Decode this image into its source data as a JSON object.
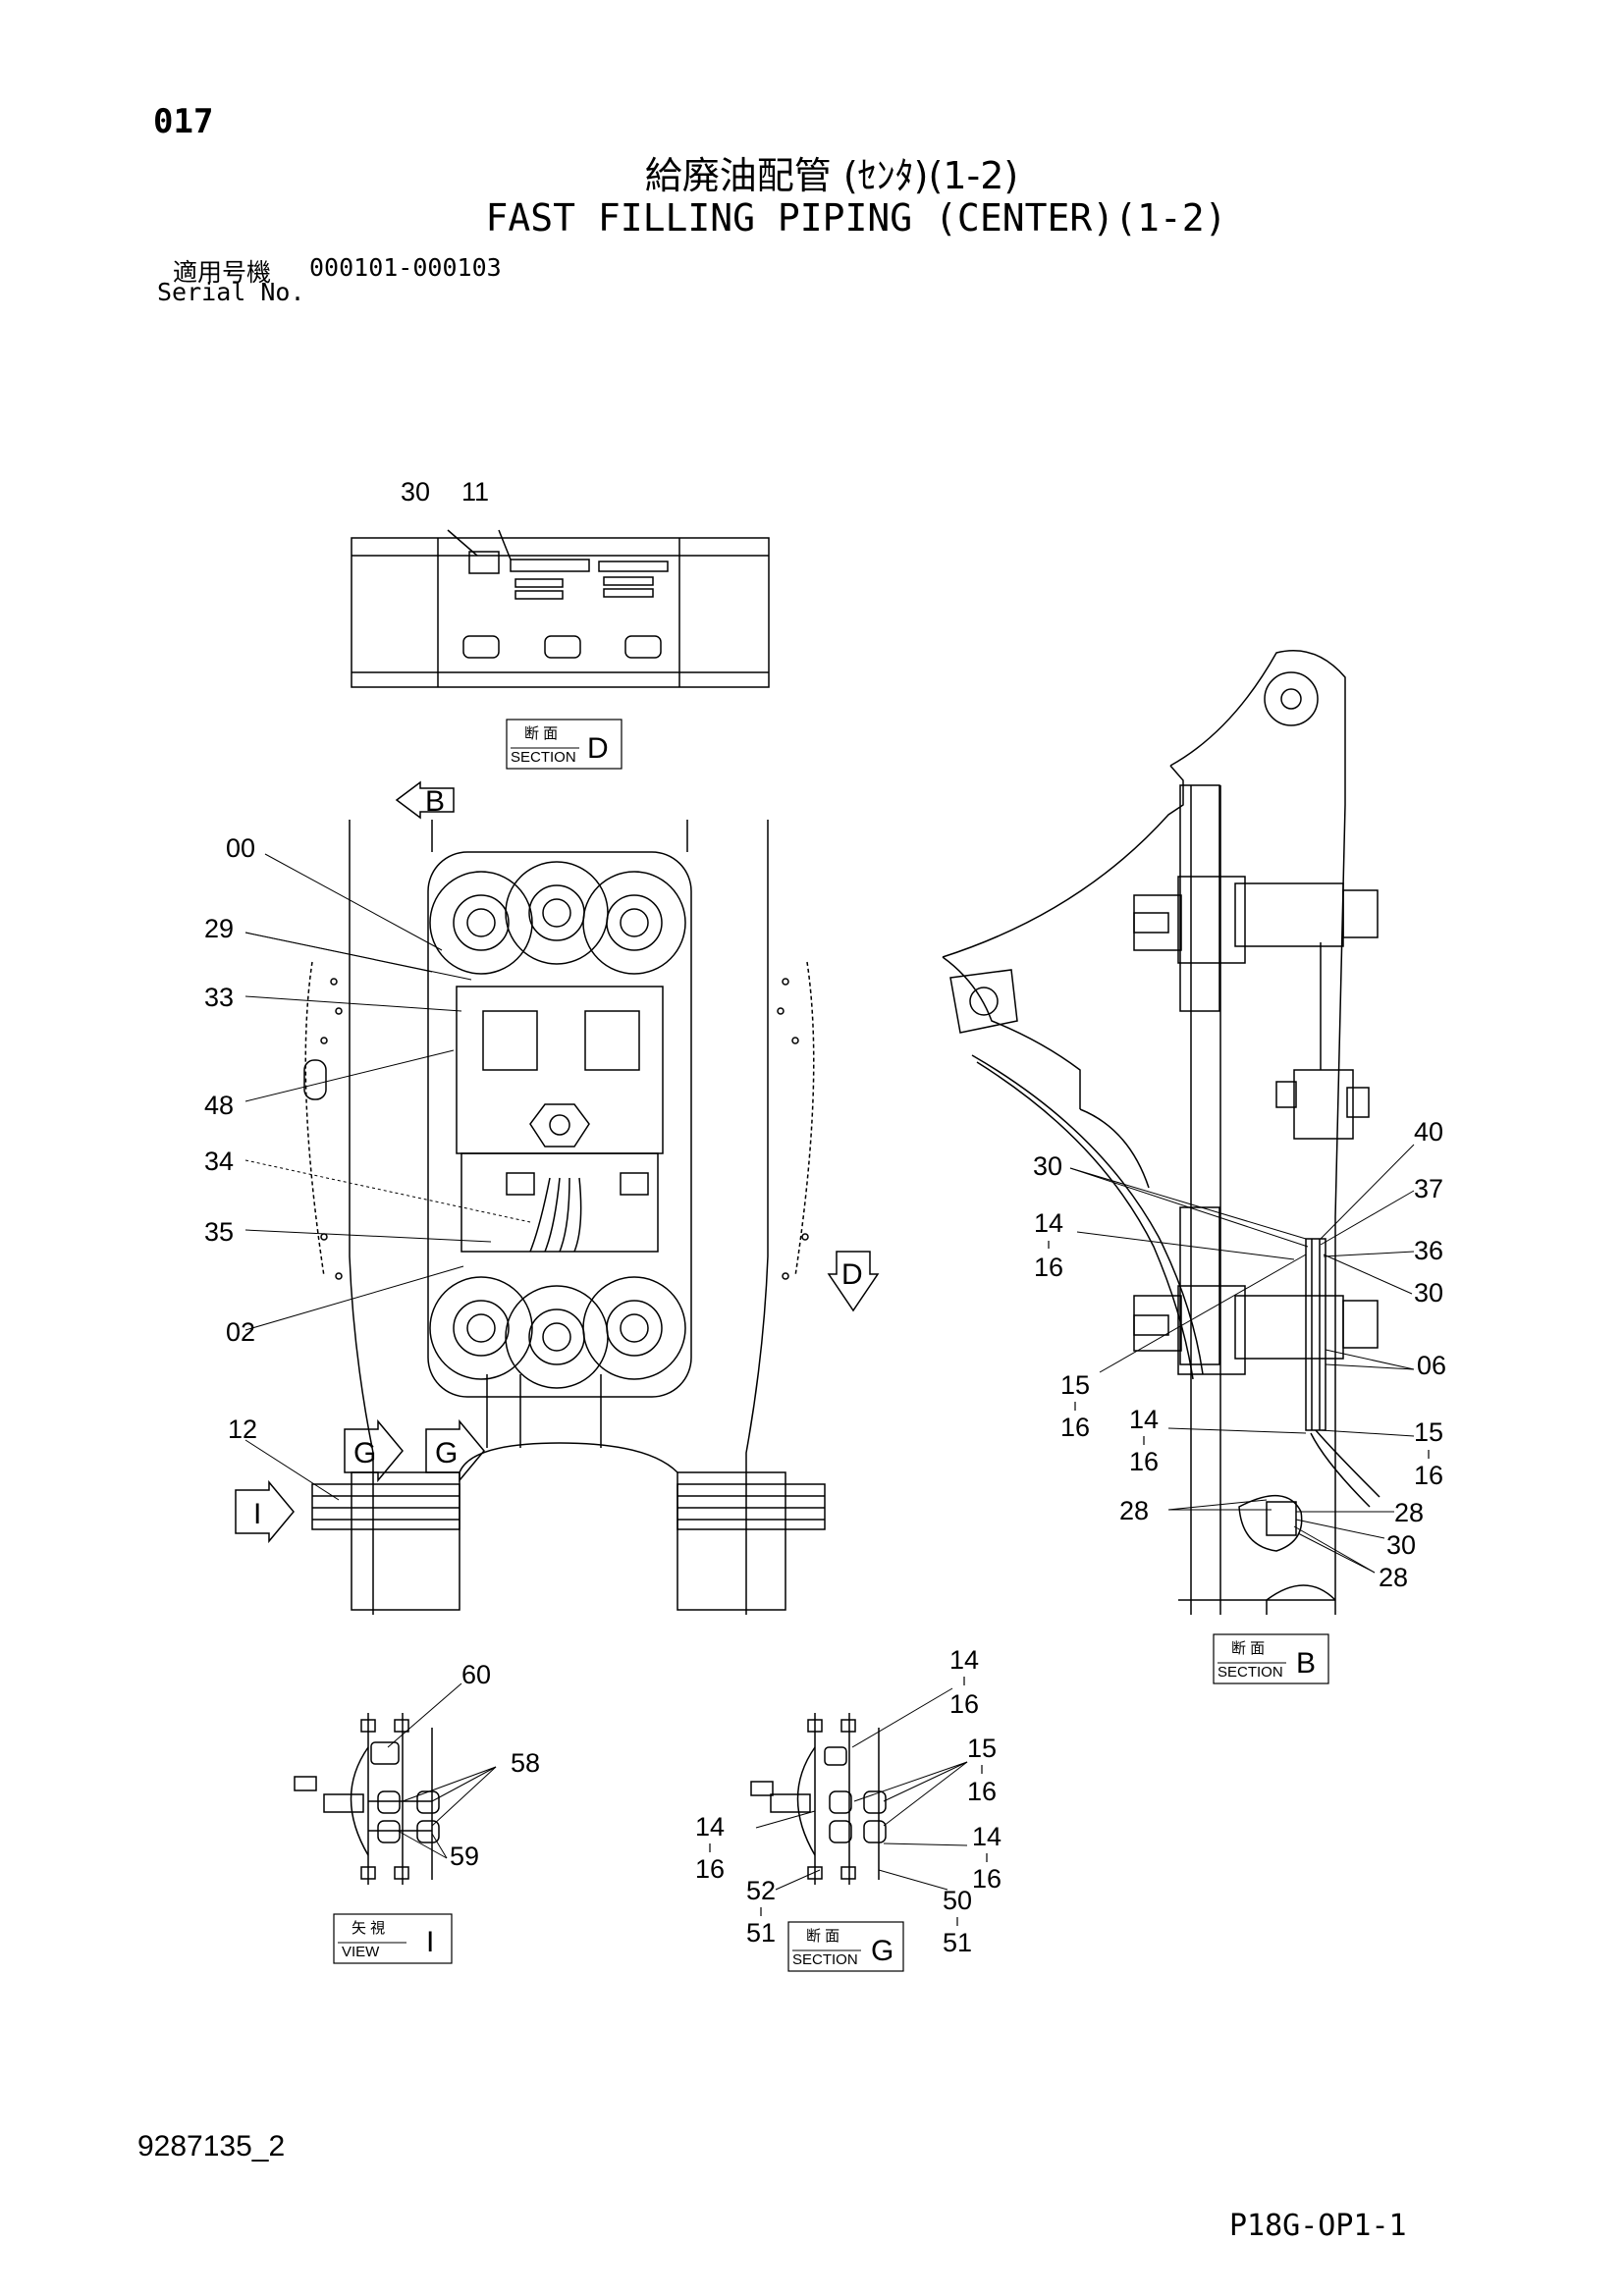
{
  "header": {
    "page_number": "017",
    "title_jp": "給廃油配管 (ｾﾝﾀ)(1-2)",
    "title_en": "FAST FILLING PIPING (CENTER)(1-2)",
    "serial_label_jp": "適用号機",
    "serial_range": "000101-000103",
    "serial_label_en": "Serial No."
  },
  "footer": {
    "document_number": "9287135_2",
    "sheet_code": "P18G-OP1-1"
  },
  "views": {
    "section_d": {
      "jp": "断 面",
      "en": "SECTION",
      "letter": "D"
    },
    "section_b": {
      "jp": "断 面",
      "en": "SECTION",
      "letter": "B"
    },
    "section_g": {
      "jp": "断 面",
      "en": "SECTION",
      "letter": "G"
    },
    "view_i": {
      "jp": "矢 視",
      "en": "VIEW",
      "letter": "I"
    }
  },
  "arrows": {
    "b": "B",
    "d": "D",
    "g1": "G",
    "g2": "G",
    "i": "I"
  },
  "callouts": {
    "top_30": "30",
    "top_11": "11",
    "plan_00": "00",
    "plan_29": "29",
    "plan_33": "33",
    "plan_48": "48",
    "plan_34": "34",
    "plan_35": "35",
    "plan_02": "02",
    "plan_12": "12",
    "side_40": "40",
    "side_30a": "30",
    "side_37": "37",
    "side_14a": "14",
    "side_16a": "16",
    "side_36": "36",
    "side_30b": "30",
    "side_06": "06",
    "side_15a": "15",
    "side_16b": "16",
    "side_14b": "14",
    "side_16c": "16",
    "side_15b": "15",
    "side_16d": "16",
    "side_28a": "28",
    "side_28b": "28",
    "side_30c": "30",
    "side_28c": "28",
    "vi_60": "60",
    "vi_58": "58",
    "vi_59": "59",
    "sg_14a": "14",
    "sg_16a": "16",
    "sg_15": "15",
    "sg_16b": "16",
    "sg_14b": "14",
    "sg_16c": "16",
    "sg_14c": "14",
    "sg_16d": "16",
    "sg_52": "52",
    "sg_51a": "51",
    "sg_50": "50",
    "sg_51b": "51"
  }
}
